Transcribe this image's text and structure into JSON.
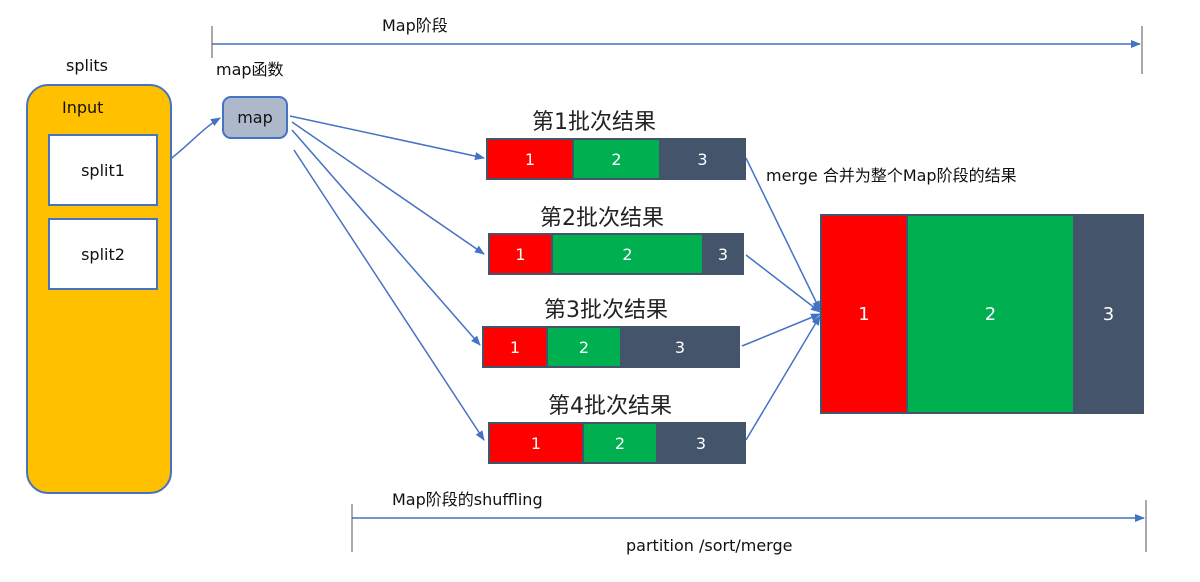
{
  "colors": {
    "red": "#ff0000",
    "green": "#00b050",
    "slate": "#44546a",
    "orange": "#ffc000",
    "blue": "#4472c4",
    "node": "#adb9ca"
  },
  "labels": {
    "map_phase": "Map阶段",
    "map_function": "map函数",
    "splits": "splits",
    "input": "Input",
    "split1": "split1",
    "split2": "split2",
    "map": "map",
    "merge_note": "merge  合并为整个Map阶段的结果",
    "shuffling": "Map阶段的shuffling",
    "partition_sort_merge": "partition /sort/merge"
  },
  "batches": [
    {
      "title": "第1批次结果",
      "segments": [
        {
          "label": "1",
          "color": "red"
        },
        {
          "label": "2",
          "color": "green"
        },
        {
          "label": "3",
          "color": "slate"
        }
      ]
    },
    {
      "title": "第2批次结果",
      "segments": [
        {
          "label": "1",
          "color": "red"
        },
        {
          "label": "2",
          "color": "green"
        },
        {
          "label": "3",
          "color": "slate"
        }
      ]
    },
    {
      "title": "第3批次结果",
      "segments": [
        {
          "label": "1",
          "color": "red"
        },
        {
          "label": "2",
          "color": "green"
        },
        {
          "label": "3",
          "color": "slate"
        }
      ]
    },
    {
      "title": "第4批次结果",
      "segments": [
        {
          "label": "1",
          "color": "red"
        },
        {
          "label": "2",
          "color": "green"
        },
        {
          "label": "3",
          "color": "slate"
        }
      ]
    }
  ],
  "merged": {
    "segments": [
      {
        "label": "1",
        "color": "red"
      },
      {
        "label": "2",
        "color": "green"
      },
      {
        "label": "3",
        "color": "slate"
      }
    ]
  }
}
